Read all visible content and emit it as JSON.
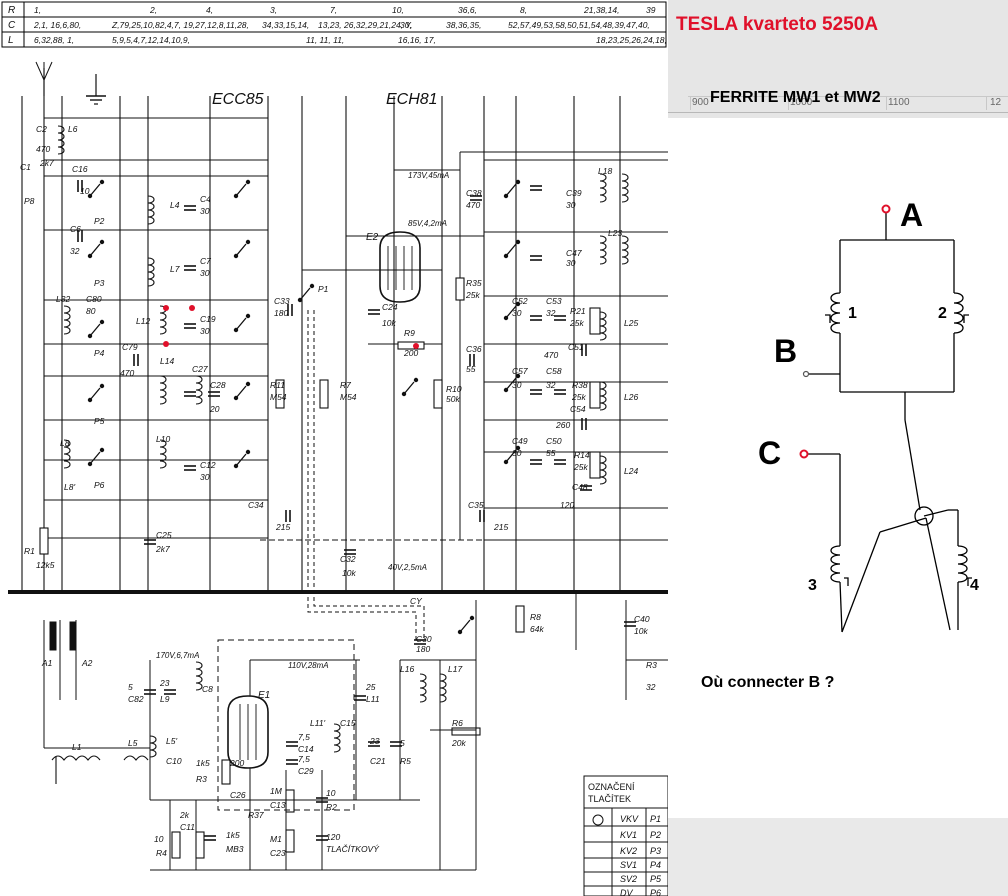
{
  "header_table": {
    "rows": [
      "R",
      "C",
      "L"
    ],
    "cells": [
      [
        "1,",
        "2,",
        "4,",
        "3,",
        "7,",
        "10,",
        "36,6,",
        "8,",
        "21,38,14,",
        "39"
      ],
      [
        "2,1, 16,6,80,",
        "Z,79,25,10,82,4,7, 19,27,12,8,11,28,",
        "34,33,15,14,",
        "13,23, 26,32,29,21,24, Y,",
        "30,",
        "38,36,35,",
        "52,57,49,53,58,50,51,54,48,39,47,40,"
      ],
      [
        "6,32,88, 1,",
        "5,9,5,4,7,12,14,10,9,",
        "11, 11, 11,",
        "16,16, 17,",
        "18,23,25,26,24,18,"
      ]
    ]
  },
  "schematic": {
    "tube_labels": [
      "ECC85",
      "ECH81",
      "E2",
      "E1"
    ],
    "current_labels": [
      "173V,45mA",
      "85V,4,2mA",
      "40V,2,5mA",
      "170V,6,7mA",
      "110V,28mA"
    ],
    "component_labels": [
      "C2",
      "470",
      "L6",
      "C1",
      "2k7",
      "C16",
      "10",
      "P8",
      "P2",
      "C6",
      "32",
      "P3",
      "L32",
      "C80",
      "80",
      "P4",
      "C79",
      "470",
      "P5",
      "L8",
      "L8'",
      "P6",
      "R1",
      "12k5",
      "C25",
      "2k7",
      "L4",
      "C4",
      "30",
      "L7",
      "C7",
      "30",
      "L12",
      "C19",
      "30",
      "L14",
      "C27",
      "C28",
      "20",
      "L10",
      "C12",
      "30",
      "C34",
      "215",
      "C33",
      "180",
      "P1",
      "R11",
      "M54",
      "R7",
      "M54",
      "C24",
      "10k",
      "R9",
      "200",
      "R10",
      "50k",
      "R35",
      "25k",
      "C36",
      "55",
      "C38",
      "470",
      "C39",
      "30",
      "L18",
      "C47",
      "30",
      "L23",
      "C52",
      "C53",
      "30",
      "32",
      "R21",
      "25k",
      "L25",
      "C51",
      "470",
      "C57",
      "C58",
      "30",
      "32",
      "R38",
      "25k",
      "C54",
      "260",
      "L26",
      "C49",
      "C50",
      "30",
      "55",
      "R14",
      "25k",
      "L24",
      "C48",
      "120",
      "C35",
      "215",
      "C32",
      "10k",
      "CY",
      "R8",
      "64k",
      "C40",
      "10k",
      "C30",
      "180",
      "L16",
      "L17",
      "R6",
      "20k",
      "R3",
      "32",
      "A1",
      "A2",
      "L1",
      "L5",
      "L5'",
      "C10",
      "5",
      "C82",
      "23",
      "L9",
      "C8",
      "1k5",
      "R3",
      "200",
      "C26",
      "25",
      "L11",
      "L11'",
      "C15",
      "7,5",
      "C14",
      "7,5",
      "C29",
      "23",
      "C21",
      "5",
      "R5",
      "1M",
      "C13",
      "10",
      "R2",
      "10",
      "R4",
      "2k",
      "C11",
      "1k5",
      "MB3",
      "R37",
      "M1",
      "C23",
      "120",
      "TLAČÍTKOVÝ"
    ],
    "table": {
      "header": [
        "OZNAČENÍ",
        "TLAČÍTEK"
      ],
      "rows": [
        [
          "VKV",
          "P1"
        ],
        [
          "KV1",
          "P2"
        ],
        [
          "KV2",
          "P3"
        ],
        [
          "SV1",
          "P4"
        ],
        [
          "SV2",
          "P5"
        ],
        [
          "DV",
          "P6"
        ]
      ]
    }
  },
  "panel": {
    "title": "TESLA kvarteto 5250A",
    "subtitle": "FERRITE MW1 et MW2",
    "ruler_labels": [
      "900",
      "1000",
      "1100",
      "12"
    ],
    "question": "Où connecter B ?",
    "colors": {
      "title": "#e0102a",
      "marker": "#e0102a"
    }
  },
  "ferrite_diagram": {
    "points": [
      "A",
      "B",
      "C"
    ],
    "coils": [
      "1",
      "2",
      "3",
      "4"
    ]
  }
}
